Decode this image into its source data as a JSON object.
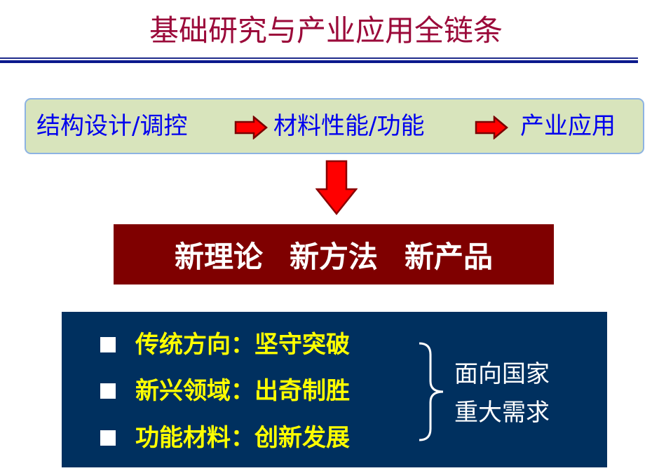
{
  "title": "基础研究与产业应用全链条",
  "chain": {
    "steps": [
      "结构设计/调控",
      "材料性能/功能",
      "产业应用"
    ]
  },
  "outcomes": {
    "items": [
      "新理论",
      "新方法",
      "新产品"
    ]
  },
  "strategy": {
    "items": [
      "传统方向：坚守突破",
      "新兴领域：出奇制胜",
      "功能材料：创新发展"
    ],
    "goal_lines": [
      "面向国家",
      "重大需求"
    ]
  },
  "colors": {
    "title": "#9b0a3a",
    "chain_bg": "#d8e4bc",
    "chain_text": "#0000ee",
    "arrow": "#ff0000",
    "outcome_bg": "#7f0000",
    "panel_bg": "#00305f",
    "item_text": "#ffff00"
  }
}
